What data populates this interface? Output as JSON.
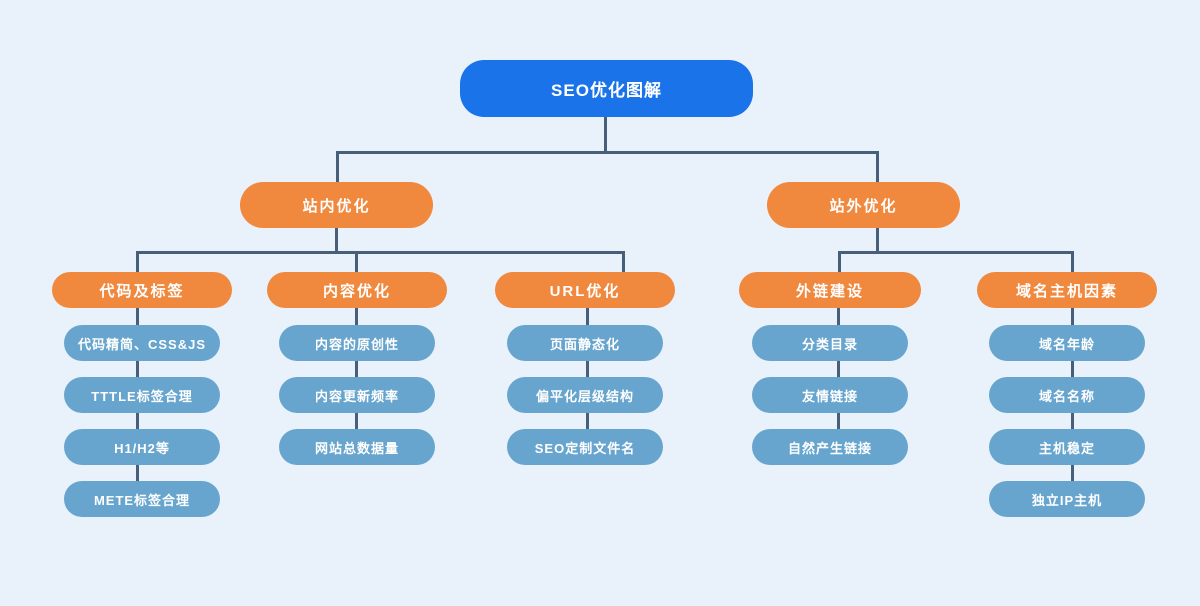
{
  "colors": {
    "background": "#e9f2fb",
    "root_blue": "#1a73e8",
    "branch_orange": "#f0883e",
    "leaf_blue": "#67a5ce",
    "connector": "#475f78",
    "text": "#ffffff"
  },
  "root": {
    "label": "SEO优化图解"
  },
  "branches": [
    {
      "label": "站内优化"
    },
    {
      "label": "站外优化"
    }
  ],
  "categories": [
    {
      "label": "代码及标签",
      "items": [
        "代码精简、CSS&JS",
        "TTTLE标签合理",
        "H1/H2等",
        "METE标签合理"
      ]
    },
    {
      "label": "内容优化",
      "items": [
        "内容的原创性",
        "内容更新频率",
        "网站总数据量"
      ]
    },
    {
      "label": "URL优化",
      "items": [
        "页面静态化",
        "偏平化层级结构",
        "SEO定制文件名"
      ]
    },
    {
      "label": "外链建设",
      "items": [
        "分类目录",
        "友情链接",
        "自然产生链接"
      ]
    },
    {
      "label": "域名主机因素",
      "items": [
        "域名年龄",
        "域名名称",
        "主机稳定",
        "独立IP主机"
      ]
    }
  ]
}
